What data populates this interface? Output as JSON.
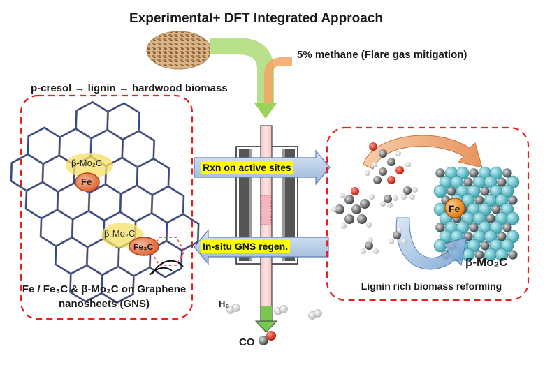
{
  "title": "Experimental+ DFT Integrated Approach",
  "feed": {
    "methane": "5% methane (Flare gas mitigation)",
    "chain": "p-cresol → lignin → hardwood biomass"
  },
  "catalyst_panel": {
    "label_mo2c_top": "β-Mo₂C",
    "label_fe": "Fe",
    "label_mo2c_mid": "β-Mo₂C",
    "label_fe3c": "Fe₃C",
    "caption": "Fe / Fe₃C & β-Mo₂C on Graphene nanosheets (GNS)"
  },
  "reactor": {
    "arrow_right_label": "Rxn on active sites",
    "arrow_left_label": "In-situ GNS regen.",
    "product_h2": "H₂",
    "product_co": "CO"
  },
  "reforming_panel": {
    "label_fe": "Fe",
    "label_mo2c": "β-Mo₂C",
    "caption": "Lignin rich biomass reforming"
  },
  "colors": {
    "dash_border": "#e82020",
    "hex_blue": "#2e4a9a",
    "hex_gold": "#c8a060",
    "arrow_blue": "#b8cce4",
    "arrow_green": "#92d050",
    "arrow_orange": "#f4a460",
    "highlight": "#ffff00",
    "surface_atom": "#4fb3bf",
    "carbon_atom": "#555555"
  }
}
